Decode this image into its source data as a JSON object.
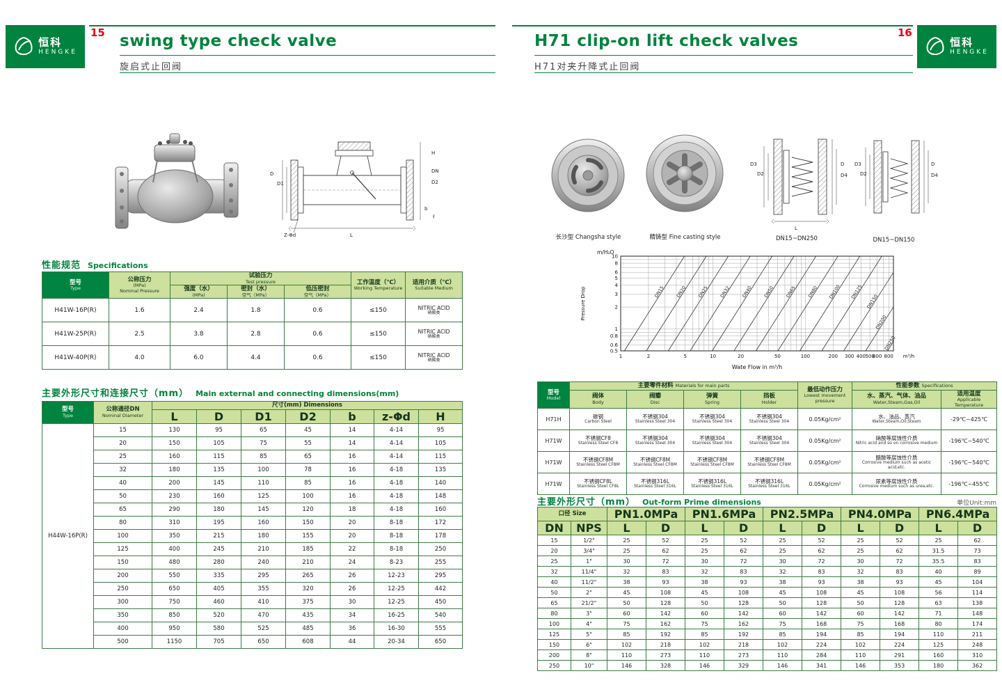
{
  "brand": {
    "logo_zh": "恒科",
    "logo_en": "HENGKE"
  },
  "left": {
    "page_number": "15",
    "title_en": "swing type check valve",
    "title_zh": "旋启式止回阀",
    "drawing_labels": [
      "H",
      "D",
      "D1",
      "DN",
      "D2",
      "b",
      "f",
      "Z-Φd",
      "L"
    ],
    "spec_heading": {
      "zh": "性能规范",
      "en": "Specifications"
    },
    "spec_table": {
      "headers": {
        "type_zh": "型号",
        "type_en": "Type",
        "nominal_zh": "公称压力",
        "nominal_unit": "(MPa)",
        "nominal_en": "Nominal Pressure",
        "test_zh": "试验压力",
        "test_en": "Test pressure",
        "strength_zh": "强度（水）",
        "strength_unit": "(MPa)",
        "seal_zh": "密封（水）",
        "seal_unit": "空气（MPa）",
        "lowseal_zh": "低压密封",
        "lowseal_unit": "空气（MPa）",
        "temp_zh": "工作温度（℃）",
        "temp_en": "Working Temperature",
        "medium_zh": "适用介质（℃）",
        "medium_en": "Suitable Medium"
      },
      "rows": [
        [
          "H41W-16P(R)",
          "1.6",
          "2.4",
          "1.8",
          "0.6",
          "≤150",
          [
            "NITRIC ACID",
            "硝酸类"
          ]
        ],
        [
          "H41W-25P(R)",
          "2.5",
          "3.8",
          "2.8",
          "0.6",
          "≤150",
          [
            "NITRIC ACID",
            "硝酸类"
          ]
        ],
        [
          "H41W-40P(R)",
          "4.0",
          "6.0",
          "4.4",
          "0.6",
          "≤150",
          [
            "NITRIC ACID",
            "硝酸类"
          ]
        ]
      ]
    },
    "dim_heading": {
      "zh": "主要外形尺寸和连接尺寸（mm）",
      "en": "Main external and connecting dimensions(mm)"
    },
    "dim_table": {
      "headers": {
        "type_zh": "型号",
        "type_en": "Type",
        "dn_zh": "公称通径DN",
        "dn_en": "Nominal Diameter",
        "dims": "尺寸(mm) Dimensions",
        "cols": [
          "L",
          "D",
          "D1",
          "D2",
          "b",
          "z-Φd",
          "H"
        ]
      },
      "model": "H44W-16P(R)",
      "rows": [
        [
          "15",
          "130",
          "95",
          "65",
          "45",
          "14",
          "4-14",
          "95"
        ],
        [
          "20",
          "150",
          "105",
          "75",
          "55",
          "14",
          "4-14",
          "105"
        ],
        [
          "25",
          "160",
          "115",
          "85",
          "65",
          "16",
          "4-14",
          "115"
        ],
        [
          "32",
          "180",
          "135",
          "100",
          "78",
          "16",
          "4-18",
          "135"
        ],
        [
          "40",
          "200",
          "145",
          "110",
          "85",
          "16",
          "4-18",
          "140"
        ],
        [
          "50",
          "230",
          "160",
          "125",
          "100",
          "16",
          "4-18",
          "148"
        ],
        [
          "65",
          "290",
          "180",
          "145",
          "120",
          "18",
          "4-18",
          "160"
        ],
        [
          "80",
          "310",
          "195",
          "160",
          "150",
          "20",
          "8-18",
          "172"
        ],
        [
          "100",
          "350",
          "215",
          "180",
          "155",
          "20",
          "8-18",
          "178"
        ],
        [
          "125",
          "400",
          "245",
          "210",
          "185",
          "22",
          "8-18",
          "250"
        ],
        [
          "150",
          "480",
          "280",
          "240",
          "210",
          "24",
          "8-23",
          "255"
        ],
        [
          "200",
          "550",
          "335",
          "295",
          "265",
          "26",
          "12-23",
          "295"
        ],
        [
          "250",
          "650",
          "405",
          "355",
          "320",
          "26",
          "12-25",
          "442"
        ],
        [
          "300",
          "750",
          "460",
          "410",
          "375",
          "30",
          "12-25",
          "450"
        ],
        [
          "350",
          "850",
          "520",
          "470",
          "435",
          "34",
          "16-25",
          "540"
        ],
        [
          "400",
          "950",
          "580",
          "525",
          "485",
          "36",
          "16-30",
          "555"
        ],
        [
          "500",
          "1150",
          "705",
          "650",
          "608",
          "44",
          "20-34",
          "650"
        ]
      ]
    }
  },
  "right": {
    "page_number": "16",
    "title_en": "H71 clip-on lift check valves",
    "title_zh": "H71对夹升降式止回阀",
    "captions": [
      "长沙型 Changsha style",
      "精铸型 Fine casting style",
      "DN15~DN250",
      "DN15~DN150"
    ],
    "drawing1_labels": [
      "D3",
      "D2",
      "D",
      "D4",
      "L"
    ],
    "drawing2_labels": [
      "D3",
      "D2",
      "D",
      "D4"
    ],
    "materials_table": {
      "headers": {
        "model_zh": "型号",
        "model_en": "Model",
        "main_zh": "主要零件材料",
        "main_en": "Materials for main parts",
        "body_zh": "阀体",
        "body_en": "Body",
        "disc_zh": "阀瓣",
        "disc_en": "Disc",
        "spring_zh": "弹簧",
        "spring_en": "Spring",
        "holder_zh": "挡板",
        "holder_en": "Holder",
        "pressure_zh": "最低动作压力",
        "pressure_en": "Lowest movement",
        "pressure_en2": "pressure",
        "perf_zh": "性能参数",
        "perf_en": "Specifications",
        "media_zh": "水、蒸汽、气体、油品",
        "media_en": "Water,Steam,Gas,Oil",
        "temp_zh": "适用温度",
        "temp_en": "Applicable",
        "temp_en2": "Temperature"
      },
      "rows": [
        [
          "H71H",
          [
            "碳钢",
            "Carbon Steel"
          ],
          [
            "不锈钢304",
            "Stainless Steel 304"
          ],
          [
            "不锈钢304",
            "Stainless Steel 304"
          ],
          [
            "不锈钢304",
            "Stainless Steel 304"
          ],
          "0.05Kg/cm²",
          [
            "水、油品、蒸汽",
            "Water,Steam,Oil,Steam"
          ],
          "-29℃~425℃"
        ],
        [
          "H71W",
          [
            "不锈钢CF8",
            "Stainless Steel CF8"
          ],
          [
            "不锈钢304",
            "Stainless Steel 304"
          ],
          [
            "不锈钢304",
            "Stainless Steel 304"
          ],
          [
            "不锈钢304",
            "Stainless Steel 304"
          ],
          "0.05Kg/cm²",
          [
            "硝酸等腐蚀性介质",
            "Nitric acid and so on corrosive medium"
          ],
          "-196℃~540℃"
        ],
        [
          "H71W",
          [
            "不锈钢CF8M",
            "Stainless Steel CF8M"
          ],
          [
            "不锈钢CF8M",
            "Stainless Steel CF8M"
          ],
          [
            "不锈钢CF8M",
            "Stainless Steel CF8M"
          ],
          [
            "不锈钢CF8M",
            "Stainless Steel CF8M"
          ],
          "0.05Kg/cm²",
          [
            "醋酸等腐蚀性介质",
            "Corrosive medium such as acetic acid,etc."
          ],
          "-196℃~540℃"
        ],
        [
          "H71W",
          [
            "不锈钢CF8L",
            "Stainless Steel CF8L"
          ],
          [
            "不锈钢316L",
            "Stainless Steel 316L"
          ],
          [
            "不锈钢316L",
            "Stainless Steel 316L"
          ],
          [
            "不锈钢316L",
            "Stainless Steel 316L"
          ],
          "0.05Kg/cm²",
          [
            "尿素等腐蚀性介质",
            "Corrosive medium such as urea,etc."
          ],
          "-196℃~455℃"
        ]
      ]
    },
    "outform_heading": {
      "zh": "主要外形尺寸（mm）",
      "en": "Out-form Prime dimensions",
      "unit": "单位Unit:mm"
    },
    "outform_table": {
      "headers": {
        "size": "口径 Size",
        "pn": [
          "PN1.0MPa",
          "PN1.6MPa",
          "PN2.5MPa",
          "PN4.0MPa",
          "PN6.4MPa"
        ],
        "sub": [
          "DN",
          "NPS",
          "L",
          "D",
          "L",
          "D",
          "L",
          "D",
          "L",
          "D",
          "L",
          "D"
        ]
      },
      "rows": [
        [
          "15",
          "1/2\"",
          "25",
          "52",
          "25",
          "52",
          "25",
          "52",
          "25",
          "52",
          "25",
          "62"
        ],
        [
          "20",
          "3/4\"",
          "25",
          "62",
          "25",
          "62",
          "25",
          "62",
          "25",
          "62",
          "31.5",
          "73"
        ],
        [
          "25",
          "1\"",
          "30",
          "72",
          "30",
          "72",
          "30",
          "72",
          "30",
          "72",
          "35.5",
          "83"
        ],
        [
          "32",
          "11/4\"",
          "32",
          "83",
          "32",
          "83",
          "32",
          "83",
          "32",
          "83",
          "40",
          "89"
        ],
        [
          "40",
          "11/2\"",
          "38",
          "93",
          "38",
          "93",
          "38",
          "93",
          "38",
          "93",
          "45",
          "104"
        ],
        [
          "50",
          "2\"",
          "45",
          "108",
          "45",
          "108",
          "45",
          "108",
          "45",
          "108",
          "56",
          "114"
        ],
        [
          "65",
          "21/2\"",
          "50",
          "128",
          "50",
          "128",
          "50",
          "128",
          "50",
          "128",
          "63",
          "138"
        ],
        [
          "80",
          "3\"",
          "60",
          "142",
          "60",
          "142",
          "60",
          "142",
          "60",
          "142",
          "71",
          "148"
        ],
        [
          "100",
          "4\"",
          "75",
          "162",
          "75",
          "162",
          "75",
          "168",
          "75",
          "168",
          "80",
          "174"
        ],
        [
          "125",
          "5\"",
          "85",
          "192",
          "85",
          "192",
          "85",
          "194",
          "85",
          "194",
          "110",
          "211"
        ],
        [
          "150",
          "6\"",
          "102",
          "218",
          "102",
          "218",
          "102",
          "224",
          "102",
          "224",
          "125",
          "248"
        ],
        [
          "200",
          "8\"",
          "110",
          "273",
          "110",
          "273",
          "110",
          "284",
          "110",
          "291",
          "160",
          "310"
        ],
        [
          "250",
          "10\"",
          "146",
          "328",
          "146",
          "329",
          "146",
          "341",
          "146",
          "353",
          "180",
          "362"
        ]
      ]
    }
  },
  "chart_data": {
    "type": "line",
    "log_x": true,
    "log_y": true,
    "x_range": [
      1,
      900
    ],
    "y_range": [
      0.5,
      10
    ],
    "x_ticks": [
      1,
      2,
      5,
      10,
      20,
      50,
      100,
      200,
      300,
      400,
      500,
      600,
      800
    ],
    "y_ticks": [
      10,
      8,
      6,
      5,
      4,
      3,
      2,
      1,
      0.8,
      0.6,
      0.5
    ],
    "x_unit": "m³/h",
    "ylabel_unit": "m/H₂O",
    "ylabel": "Pressure Drop",
    "xlabel": "Wate Flow in m³/h",
    "slope": 2,
    "grid": true,
    "lines": [
      "DN15",
      "DN20",
      "DN25",
      "DN32",
      "DN40",
      "DN50",
      "DN65",
      "DN80",
      "DN100",
      "DN125",
      "DN150",
      "DN200",
      "DN250"
    ]
  }
}
